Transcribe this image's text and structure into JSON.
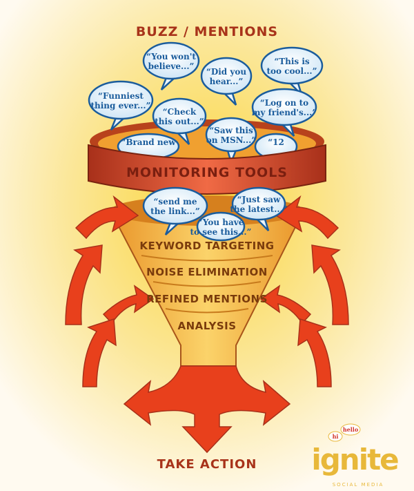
{
  "title": "BUZZ / MENTIONS",
  "monitoring_label": "MONITORING TOOLS",
  "bubbles": [
    {
      "l1": "“You won't",
      "l2": "believe...”"
    },
    {
      "l1": "“Did you",
      "l2": "hear...”"
    },
    {
      "l1": "“This is",
      "l2": "too cool...”"
    },
    {
      "l1": "“Funniest",
      "l2": "thing ever...”"
    },
    {
      "l1": "“Check",
      "l2": "this out...”"
    },
    {
      "l1": "“Log on to",
      "l2": "my friend's...”"
    },
    {
      "l1": "“Saw this",
      "l2": "on MSN...”"
    },
    {
      "l1": "“Brand new",
      "l2": ""
    },
    {
      "l1": "“12",
      "l2": ""
    },
    {
      "l1": "“You have",
      "l2": "to see this...”"
    },
    {
      "l1": "“send me",
      "l2": "the link...”"
    },
    {
      "l1": "“Just saw",
      "l2": "the latest...”"
    }
  ],
  "stages": [
    "KEYWORD TARGETING",
    "NOISE ELIMINATION",
    "REFINED MENTIONS",
    "ANALYSIS"
  ],
  "action_label": "TAKE ACTION",
  "logo": {
    "name": "ignite",
    "tagline": "SOCIAL MEDIA",
    "bubble1": "hi",
    "bubble2": "hello"
  },
  "colors": {
    "title": "#a8331a",
    "band": "#e04a2a",
    "arrow": "#e8401c",
    "funnel": "#f3b233",
    "logo": "#e8b83a",
    "bubble_text": "#1a5c9c"
  }
}
